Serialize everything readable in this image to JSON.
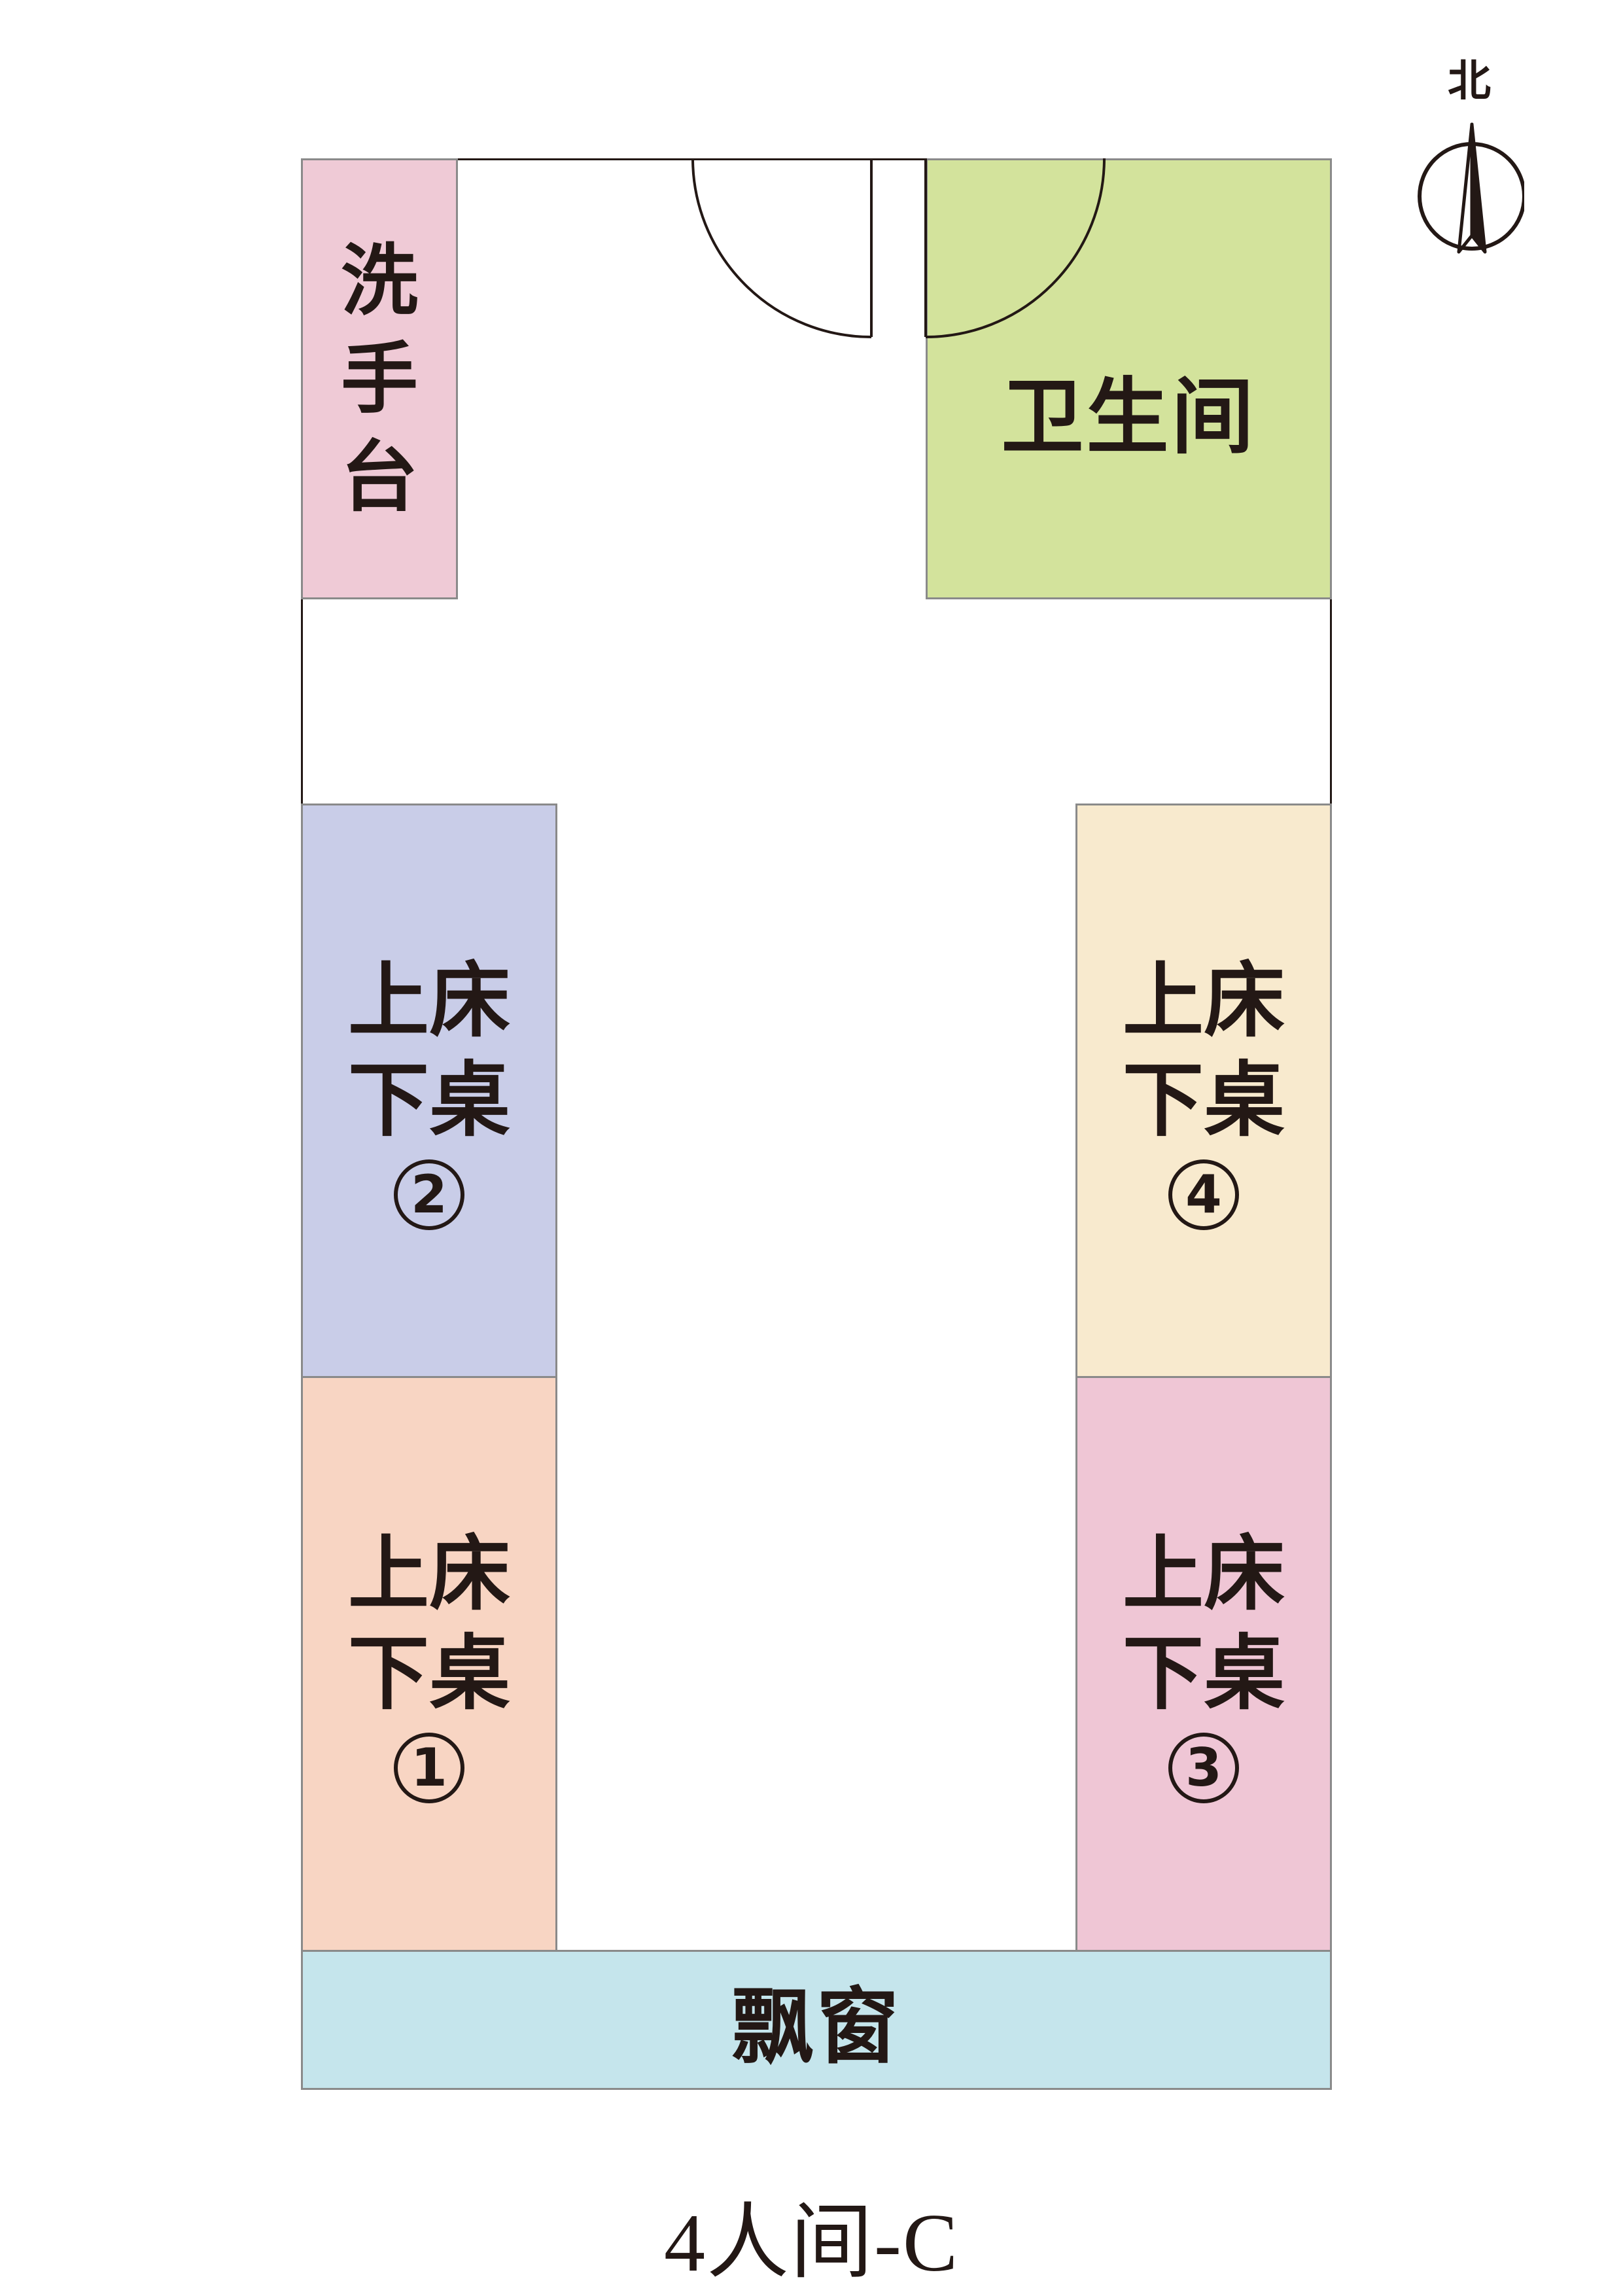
{
  "compass": {
    "north_label": "北",
    "icon": "north-arrow-icon"
  },
  "rooms": {
    "washbasin": {
      "label_chars": [
        "洗",
        "手",
        "台"
      ],
      "color": "#efcad6"
    },
    "bathroom": {
      "label": "卫生间",
      "color": "#d3e39c"
    },
    "bay_window": {
      "label": "飘窗",
      "color": "#c5e5ec"
    },
    "beds": [
      {
        "line1": "上床",
        "line2": "下桌",
        "number": "1",
        "color": "#f8d5c3"
      },
      {
        "line1": "上床",
        "line2": "下桌",
        "number": "2",
        "color": "#c9cde8"
      },
      {
        "line1": "上床",
        "line2": "下桌",
        "number": "3",
        "color": "#efc6d5"
      },
      {
        "line1": "上床",
        "line2": "下桌",
        "number": "4",
        "color": "#f8eace"
      }
    ]
  },
  "caption": "4人间-C"
}
